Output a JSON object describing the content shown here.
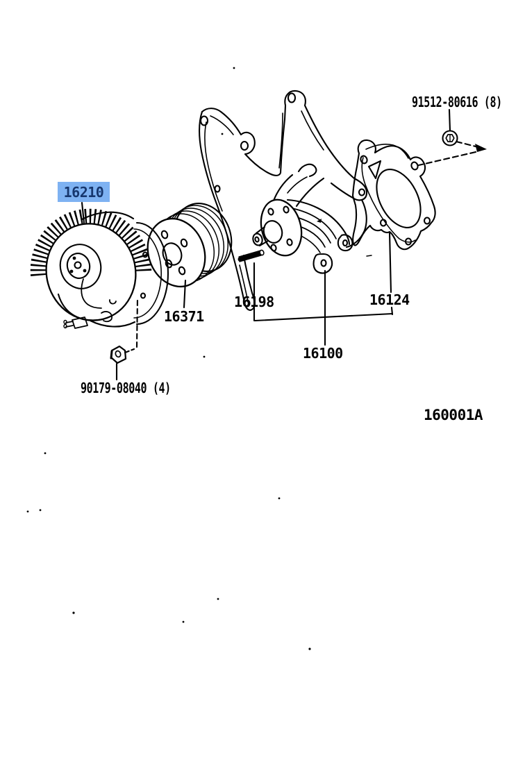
{
  "diagram": {
    "figure_code": "160001A",
    "colors": {
      "line": "#000000",
      "background": "#FFFFFF",
      "highlight_bg": "#7EB2F2",
      "highlight_text": "#17376E"
    },
    "callouts": [
      {
        "part_no": "16210",
        "label": "16210",
        "highlighted": true
      },
      {
        "part_no": "16371",
        "label": "16371",
        "highlighted": false
      },
      {
        "part_no": "16198",
        "label": "16198",
        "highlighted": false
      },
      {
        "part_no": "16124",
        "label": "16124",
        "highlighted": false
      },
      {
        "part_no": "16100",
        "label": "16100",
        "highlighted": false
      },
      {
        "part_no": "91512-80616",
        "qty": "(8)",
        "label": "91512-80616 (8)",
        "highlighted": false
      },
      {
        "part_no": "90179-08040",
        "qty": "(4)",
        "label": "90179-08040 (4)",
        "highlighted": false
      }
    ],
    "icons": [
      {
        "name": "bolt-icon",
        "attached_to": "91512-80616"
      },
      {
        "name": "nut-icon",
        "attached_to": "90179-08040"
      }
    ]
  }
}
